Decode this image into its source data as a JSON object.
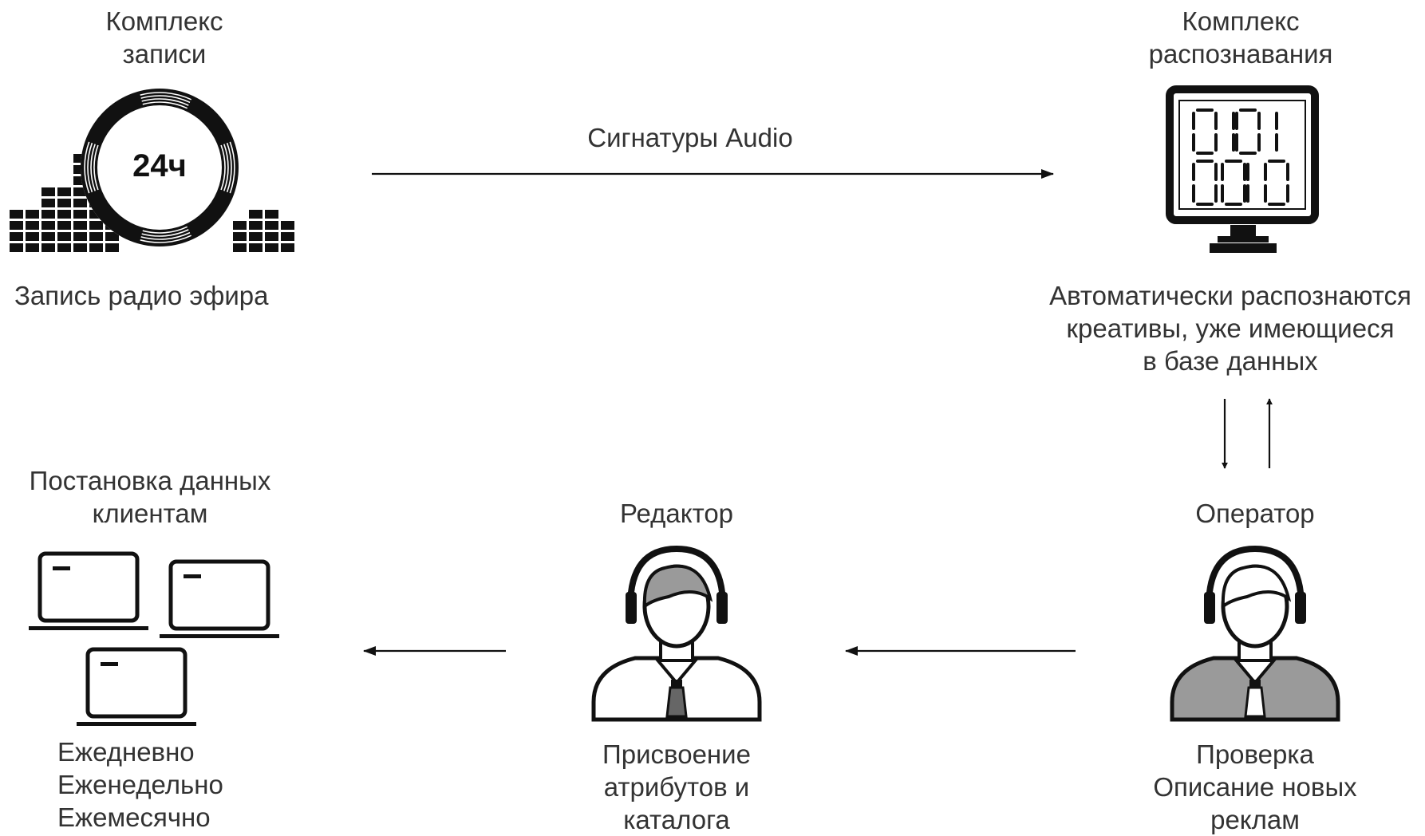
{
  "nodes": {
    "recording": {
      "title": [
        "Комплекс",
        "записи"
      ],
      "badge": "24ч",
      "caption": "Запись радио эфира",
      "icon": "audio-equalizer-reel-icon"
    },
    "recognition": {
      "title": [
        "Комплекс",
        "распознавания"
      ],
      "caption": [
        "Автоматически распознаются",
        "креативы, уже имеющиеся",
        "в базе данных"
      ],
      "icon": "binary-monitor-icon"
    },
    "operator": {
      "title": "Оператор",
      "caption": [
        "Проверка",
        "Описание новых",
        "реклам"
      ],
      "icon": "operator-headset-icon"
    },
    "editor": {
      "title": "Редактор",
      "caption": [
        "Присвоение",
        "атрибутов и",
        "каталога"
      ],
      "icon": "editor-headset-icon"
    },
    "clients": {
      "title": [
        "Постановка данных",
        "клиентам"
      ],
      "caption": [
        "Ежедневно",
        "Еженедельно",
        "Ежемесячно"
      ],
      "icon": "laptops-icon"
    }
  },
  "edges": {
    "recording_to_recognition": "Сигнатуры Audio"
  },
  "colors": {
    "text": "#333333",
    "ink": "#111111",
    "gray_fill": "#9a9a9a",
    "background": "#ffffff"
  }
}
